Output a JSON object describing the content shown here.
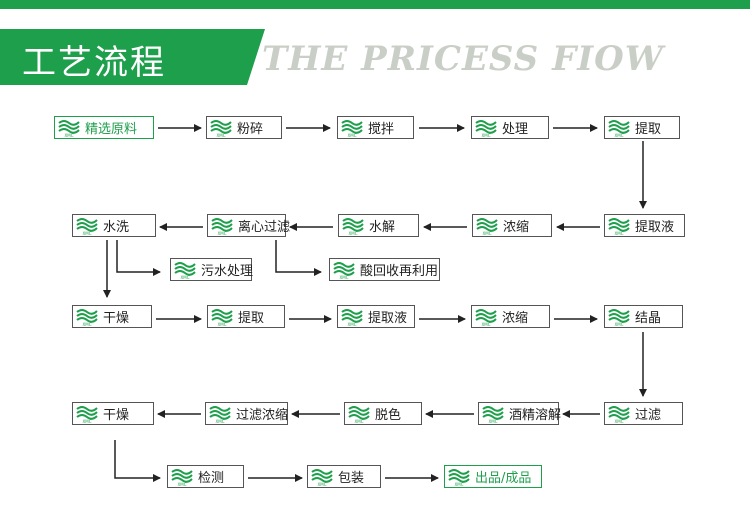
{
  "header": {
    "title": "工艺流程",
    "subtitle": "THE PRICESS FIOW"
  },
  "logo_text": "XMC",
  "colors": {
    "brand_green": "#1e9f4b",
    "arrow": "#222222",
    "subtitle": "#c9cfc6"
  },
  "steps": [
    "精选原料",
    "粉碎",
    "搅拌",
    "处理",
    "提取",
    "提取液",
    "浓缩",
    "水解",
    "离心过滤",
    "水洗",
    "污水处理",
    "酸回收再利用",
    "干燥",
    "提取",
    "提取液",
    "浓缩",
    "结晶",
    "过滤",
    "酒精溶解",
    "脱色",
    "过滤浓缩",
    "干燥",
    "检测",
    "包装",
    "出品/成品"
  ]
}
